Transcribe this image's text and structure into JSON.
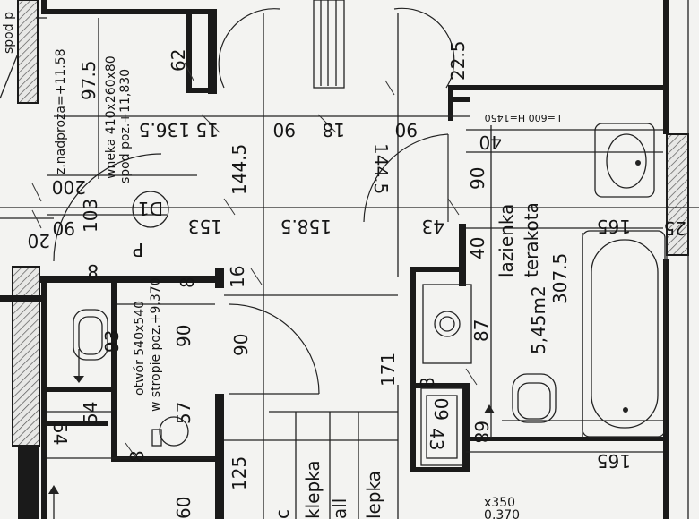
{
  "labels": {
    "spod_top": "spod p",
    "nadproze": "z.nadproza=+11.58",
    "wneka": "wneka 410x260x80",
    "wneka_spod": "spod poz.+11,830",
    "d1": "D1",
    "p": "P",
    "d97_5": "97.5",
    "d62": "62",
    "d136_5": "136.5",
    "d15": "15",
    "d90_a": "90",
    "d18": "18",
    "d90_b": "90",
    "d22_5": "22.5",
    "lh": "L=600 H=1450",
    "d40_a": "40",
    "d144_5_a": "144.5",
    "d144_5_b": "144.5",
    "d200": "200",
    "d103": "103",
    "d90_c": "90",
    "d20": "20",
    "d153": "153",
    "d158_5": "158.5",
    "d43_a": "43",
    "d90_d": "90",
    "d165_a": "165",
    "d25": "25",
    "room_name": "lazienka",
    "room_floor": "terakota",
    "room_area": "5,45m2",
    "d307_5": "307.5",
    "d40_b": "40",
    "d87": "87",
    "d16": "16",
    "d8_a": "8",
    "d8_b": "8",
    "d93": "93",
    "d90_e": "90",
    "otwor": "otwór 540x540",
    "otwor_strop": "w stropie poz.+9,370",
    "d90_f": "90",
    "d171": "171",
    "d8_c": "8",
    "d60_a": "60",
    "d43_b": "43",
    "d68": "68",
    "d165_b": "165",
    "d54_a": "54",
    "d54_b": "54",
    "d57": "57",
    "d125": "125",
    "d60_b": "60",
    "d8_d": "8",
    "klepka_1": "klepka",
    "klepka_2": "lepka",
    "wall_lbl": "all",
    "x350": "x350",
    "x370": "0,370",
    "c_lbl": "c"
  }
}
